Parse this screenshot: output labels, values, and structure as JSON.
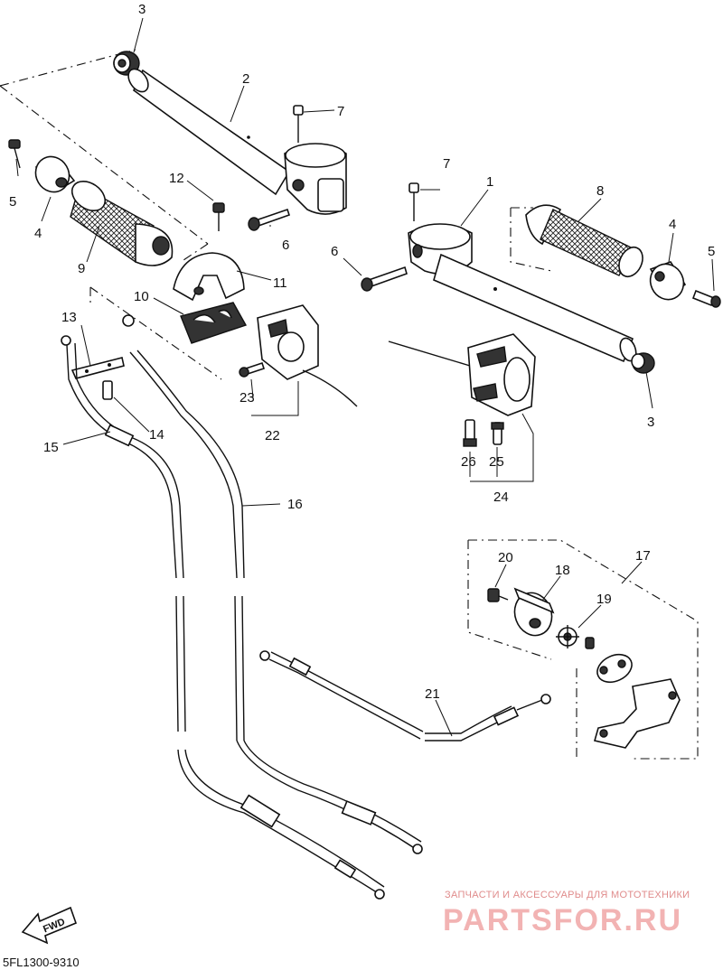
{
  "diagram": {
    "callouts": {
      "c1": "1",
      "c2": "2",
      "c3a": "3",
      "c3b": "3",
      "c4a": "4",
      "c4b": "4",
      "c5a": "5",
      "c5b": "5",
      "c6a": "6",
      "c6b": "6",
      "c7a": "7",
      "c7b": "7",
      "c8": "8",
      "c9": "9",
      "c10": "10",
      "c11": "11",
      "c12": "12",
      "c13": "13",
      "c14": "14",
      "c15": "15",
      "c16": "16",
      "c17": "17",
      "c18": "18",
      "c19": "19",
      "c20": "20",
      "c21": "21",
      "c22": "22",
      "c23": "23",
      "c24": "24",
      "c25": "25",
      "c26": "26"
    },
    "fwd_label": "FWD",
    "diagram_code": "5FL1300-9310"
  },
  "watermark": {
    "subtitle": "ЗАПЧАСТИ И АКСЕССУАРЫ ДЛЯ МОТОТЕХНИКИ",
    "brand": "PARTSFOR.RU",
    "color": "#f2b3b3"
  }
}
